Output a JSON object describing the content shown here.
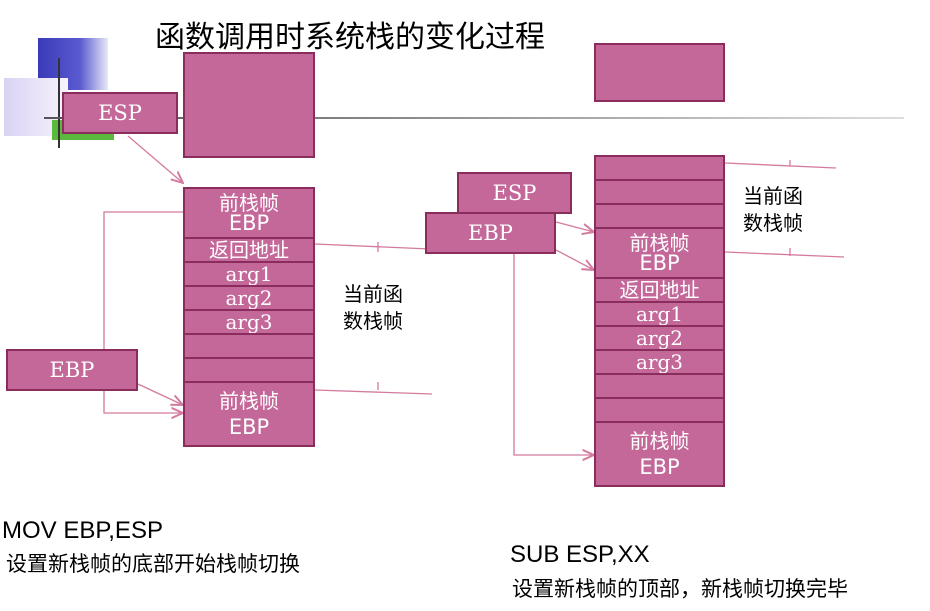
{
  "title": "函数调用时系统栈的变化过程",
  "colors": {
    "box_fill": "#c4689a",
    "box_border": "#8a2c5c",
    "arrow": "#d47a9e"
  },
  "left_stack": {
    "cells": [
      "前栈帧",
      "EBP",
      "返回地址",
      "arg1",
      "arg2",
      "arg3",
      "",
      "",
      "前栈帧",
      "EBP"
    ],
    "label_line1": "当前函",
    "label_line2": "数栈帧",
    "esp": "ESP",
    "ebp": "EBP"
  },
  "right_stack": {
    "cells": [
      "前栈帧",
      "EBP",
      "返回地址",
      "arg1",
      "arg2",
      "arg3",
      "前栈帧",
      "EBP"
    ],
    "label_line1": "当前函",
    "label_line2": "数栈帧",
    "esp": "ESP",
    "ebp": "EBP"
  },
  "captions": {
    "left_instr": "MOV EBP,ESP",
    "left_desc": "设置新栈帧的底部开始栈帧切换",
    "right_instr": "SUB ESP,XX",
    "right_desc": "设置新栈帧的顶部，新栈帧切换完毕"
  }
}
